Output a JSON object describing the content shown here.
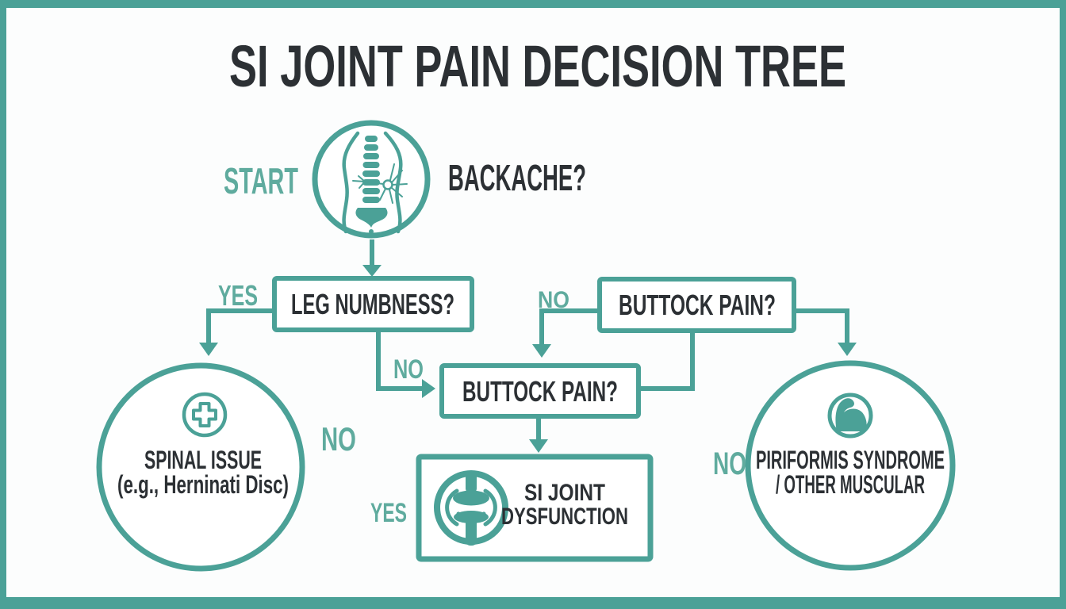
{
  "palette": {
    "teal": "#4ba197",
    "teal_light": "#5fab9e",
    "dark": "#2c3034",
    "bg": "#fcfdfd"
  },
  "title": "SI JOINT PAIN DECISION TREE",
  "start": {
    "label": "START",
    "question": "BACKACHE?",
    "icon": "spine-back-icon"
  },
  "nodes": {
    "leg_numbness": {
      "label": "LEG NUMBNESS?"
    },
    "buttock_pain_top": {
      "label": "BUTTOCK PAIN?"
    },
    "buttock_pain_mid": {
      "label": "BUTTOCK PAIN?"
    },
    "si_joint": {
      "line1": "SI JOINT",
      "line2": "DYSFUNCTION",
      "icon": "joint-icon"
    },
    "spinal_issue": {
      "line1": "SPINAL ISSUE",
      "line2": "(e.g., Herninati Disc)",
      "icon": "medical-cross-icon"
    },
    "piriformis": {
      "line1": "PIRIFORMIS SYNDROME",
      "line2": "/ OTHER MUSCULAR",
      "icon": "muscle-icon"
    }
  },
  "branch_labels": {
    "yes_leg": "YES",
    "no_leg": "NO",
    "no_top": "NO",
    "no_spinal": "NO",
    "yes_si": "YES",
    "no_piriformis": "NO"
  }
}
